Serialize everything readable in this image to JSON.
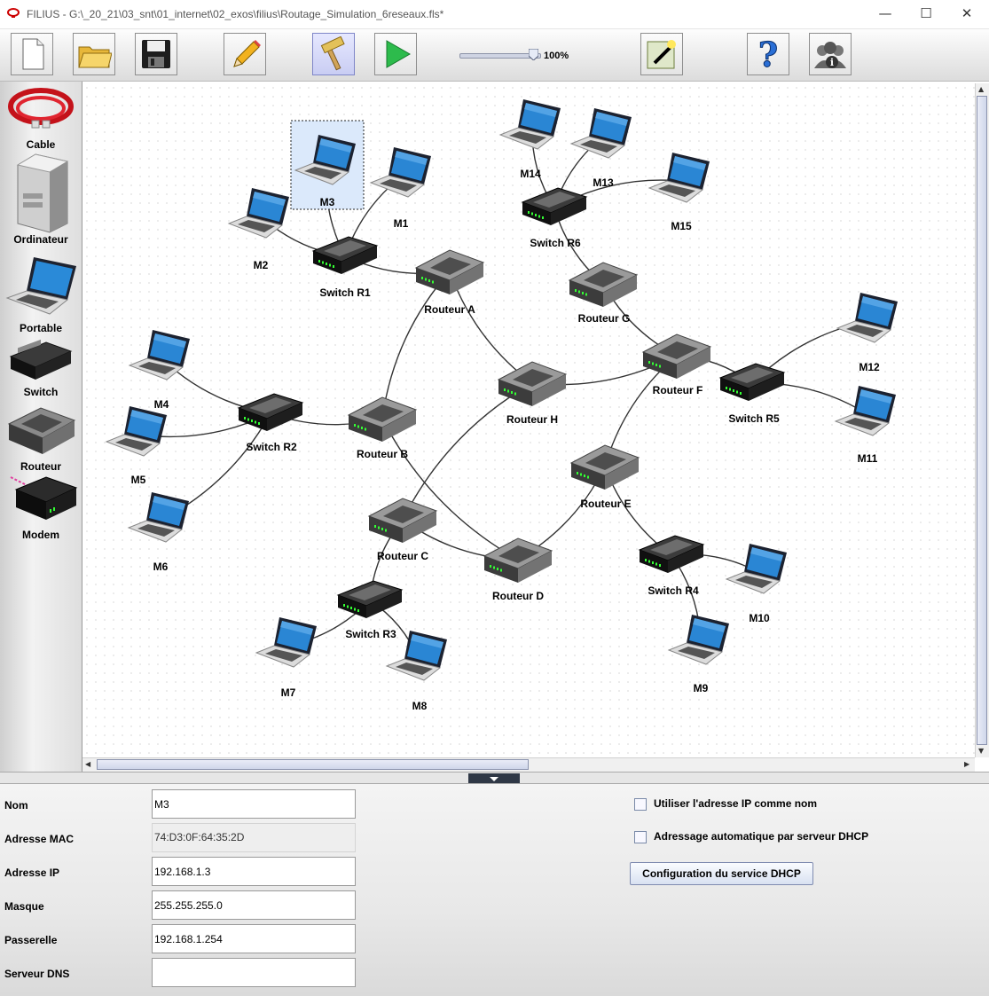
{
  "window": {
    "title": "FILIUS - G:\\_20_21\\03_snt\\01_internet\\02_exos\\filius\\Routage_Simulation_6reseaux.fls*",
    "minimize": "—",
    "maximize": "☐",
    "close": "✕"
  },
  "toolbar": {
    "zoom": "100%",
    "zoom_level": 1.0,
    "buttons": [
      "new-file-icon",
      "open-folder-icon",
      "save-disk-icon",
      "edit-pencil-icon",
      "design-hammer-icon",
      "run-simulation-icon",
      "wizard-icon",
      "help-icon",
      "about-icon"
    ]
  },
  "palette": {
    "cable": "Cable",
    "computer": "Ordinateur",
    "laptop": "Portable",
    "switch": "Switch",
    "router": "Routeur",
    "modem": "Modem"
  },
  "network": {
    "selected": "M3",
    "nodes": [
      {
        "id": "M3",
        "label": "M3",
        "type": "laptop"
      },
      {
        "id": "M1",
        "label": "M1",
        "type": "laptop"
      },
      {
        "id": "M2",
        "label": "M2",
        "type": "laptop"
      },
      {
        "id": "SR1",
        "label": "Switch R1",
        "type": "switch"
      },
      {
        "id": "RA",
        "label": "Routeur A",
        "type": "router"
      },
      {
        "id": "M14",
        "label": "M14",
        "type": "laptop"
      },
      {
        "id": "M13",
        "label": "M13",
        "type": "laptop"
      },
      {
        "id": "M15",
        "label": "M15",
        "type": "laptop"
      },
      {
        "id": "SR6",
        "label": "Switch R6",
        "type": "switch"
      },
      {
        "id": "RG",
        "label": "Routeur G",
        "type": "router"
      },
      {
        "id": "M12",
        "label": "M12",
        "type": "laptop"
      },
      {
        "id": "M11",
        "label": "M11",
        "type": "laptop"
      },
      {
        "id": "SR5",
        "label": "Switch R5",
        "type": "switch"
      },
      {
        "id": "RF",
        "label": "Routeur F",
        "type": "router"
      },
      {
        "id": "RH",
        "label": "Routeur H",
        "type": "router"
      },
      {
        "id": "M4",
        "label": "M4",
        "type": "laptop"
      },
      {
        "id": "M5",
        "label": "M5",
        "type": "laptop"
      },
      {
        "id": "M6",
        "label": "M6",
        "type": "laptop"
      },
      {
        "id": "SR2",
        "label": "Switch R2",
        "type": "switch"
      },
      {
        "id": "RB",
        "label": "Routeur B",
        "type": "router"
      },
      {
        "id": "RE",
        "label": "Routeur E",
        "type": "router"
      },
      {
        "id": "RC",
        "label": "Routeur C",
        "type": "router"
      },
      {
        "id": "RD",
        "label": "Routeur D",
        "type": "router"
      },
      {
        "id": "SR4",
        "label": "Switch R4",
        "type": "switch"
      },
      {
        "id": "M10",
        "label": "M10",
        "type": "laptop"
      },
      {
        "id": "M9",
        "label": "M9",
        "type": "laptop"
      },
      {
        "id": "SR3",
        "label": "Switch R3",
        "type": "switch"
      },
      {
        "id": "M7",
        "label": "M7",
        "type": "laptop"
      },
      {
        "id": "M8",
        "label": "M8",
        "type": "laptop"
      }
    ],
    "links": [
      [
        "M3",
        "SR1"
      ],
      [
        "M1",
        "SR1"
      ],
      [
        "M2",
        "SR1"
      ],
      [
        "SR1",
        "RA"
      ],
      [
        "M14",
        "SR6"
      ],
      [
        "M13",
        "SR6"
      ],
      [
        "M15",
        "SR6"
      ],
      [
        "SR6",
        "RG"
      ],
      [
        "RG",
        "RF"
      ],
      [
        "RA",
        "RH"
      ],
      [
        "RA",
        "RB"
      ],
      [
        "RH",
        "RF"
      ],
      [
        "M12",
        "SR5"
      ],
      [
        "M11",
        "SR5"
      ],
      [
        "SR5",
        "RF"
      ],
      [
        "RF",
        "RE"
      ],
      [
        "M4",
        "SR2"
      ],
      [
        "M5",
        "SR2"
      ],
      [
        "M6",
        "SR2"
      ],
      [
        "SR2",
        "RB"
      ],
      [
        "RB",
        "RD"
      ],
      [
        "RH",
        "RC"
      ],
      [
        "RC",
        "RD"
      ],
      [
        "RD",
        "RE"
      ],
      [
        "RE",
        "SR4"
      ],
      [
        "M10",
        "SR4"
      ],
      [
        "M9",
        "SR4"
      ],
      [
        "RC",
        "SR3"
      ],
      [
        "M7",
        "SR3"
      ],
      [
        "M8",
        "SR3"
      ]
    ]
  },
  "properties": {
    "name_label": "Nom",
    "name_value": "M3",
    "mac_label": "Adresse MAC",
    "mac_value": "74:D3:0F:64:35:2D",
    "ip_label": "Adresse IP",
    "ip_value": "192.168.1.3",
    "mask_label": "Masque",
    "mask_value": "255.255.255.0",
    "gateway_label": "Passerelle",
    "gateway_value": "192.168.1.254",
    "dns_label": "Serveur DNS",
    "dns_value": "",
    "use_ip_as_name": "Utiliser l'adresse IP comme nom",
    "dhcp_auto": "Adressage automatique par serveur DHCP",
    "dhcp_button": "Configuration du service DHCP"
  }
}
